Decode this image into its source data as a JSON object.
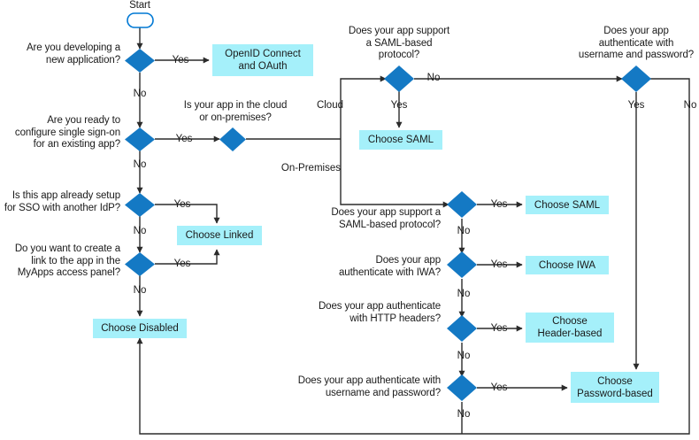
{
  "diagram": {
    "title": "Azure AD application single sign-on decision flowchart",
    "colors": {
      "decision_fill": "#1479c4",
      "terminal_fill": "#a5f0fa",
      "line": "#2b2b2b",
      "start_stroke": "#0078d4",
      "text": "#1a1a1a"
    },
    "start": {
      "label": "Start"
    },
    "decisions": [
      {
        "id": "d_newapp",
        "label": "Are you developing a\nnew application?"
      },
      {
        "id": "d_ready_sso",
        "label": "Are you ready to\nconfigure single sign-on\nfor an existing app?"
      },
      {
        "id": "d_cloud_onprem",
        "label": "Is your app in the cloud\nor on-premises?"
      },
      {
        "id": "d_other_idp",
        "label": "Is this app already setup\nfor SSO with another IdP?"
      },
      {
        "id": "d_myapps_link",
        "label": "Do you want to create a\nlink to the app in the\nMyApps access panel?"
      },
      {
        "id": "d_saml_cloud",
        "label": "Does your app support\na SAML-based\nprotocol?"
      },
      {
        "id": "d_userpass_top",
        "label": "Does your app\nauthenticate with\nusername and password?"
      },
      {
        "id": "d_saml_onprem",
        "label": "Does your app support a\nSAML-based protocol?"
      },
      {
        "id": "d_iwa",
        "label": "Does your app\nauthenticate with IWA?"
      },
      {
        "id": "d_http_headers",
        "label": "Does your app authenticate\nwith HTTP headers?"
      },
      {
        "id": "d_userpass_bot",
        "label": "Does your app authenticate with\nusername and password?"
      }
    ],
    "terminals": [
      {
        "id": "t_oidc",
        "label": "OpenID Connect\nand OAuth"
      },
      {
        "id": "t_saml_top",
        "label": "Choose SAML"
      },
      {
        "id": "t_linked",
        "label": "Choose Linked"
      },
      {
        "id": "t_disabled",
        "label": "Choose Disabled"
      },
      {
        "id": "t_saml_bot",
        "label": "Choose SAML"
      },
      {
        "id": "t_iwa",
        "label": "Choose IWA"
      },
      {
        "id": "t_header",
        "label": "Choose\nHeader-based"
      },
      {
        "id": "t_password",
        "label": "Choose\nPassword-based"
      }
    ],
    "edge_labels": [
      {
        "id": "e_newapp_yes",
        "label": "Yes"
      },
      {
        "id": "e_newapp_no",
        "label": "No"
      },
      {
        "id": "e_ready_yes",
        "label": "Yes"
      },
      {
        "id": "e_ready_no",
        "label": "No"
      },
      {
        "id": "e_cloud",
        "label": "Cloud"
      },
      {
        "id": "e_onprem",
        "label": "On-Premises"
      },
      {
        "id": "e_otheridp_yes",
        "label": "Yes"
      },
      {
        "id": "e_otheridp_no",
        "label": "No"
      },
      {
        "id": "e_myapps_yes",
        "label": "Yes"
      },
      {
        "id": "e_myapps_no",
        "label": "No"
      },
      {
        "id": "e_samlcloud_no",
        "label": "No"
      },
      {
        "id": "e_samlcloud_yes",
        "label": "Yes"
      },
      {
        "id": "e_userpasstop_yes",
        "label": "Yes"
      },
      {
        "id": "e_userpasstop_no",
        "label": "No"
      },
      {
        "id": "e_samlonprem_yes",
        "label": "Yes"
      },
      {
        "id": "e_samlonprem_no",
        "label": "No"
      },
      {
        "id": "e_iwa_yes",
        "label": "Yes"
      },
      {
        "id": "e_iwa_no",
        "label": "No"
      },
      {
        "id": "e_headers_yes",
        "label": "Yes"
      },
      {
        "id": "e_headers_no",
        "label": "No"
      },
      {
        "id": "e_userpassbot_yes",
        "label": "Yes"
      },
      {
        "id": "e_userpassbot_no",
        "label": "No"
      }
    ]
  }
}
